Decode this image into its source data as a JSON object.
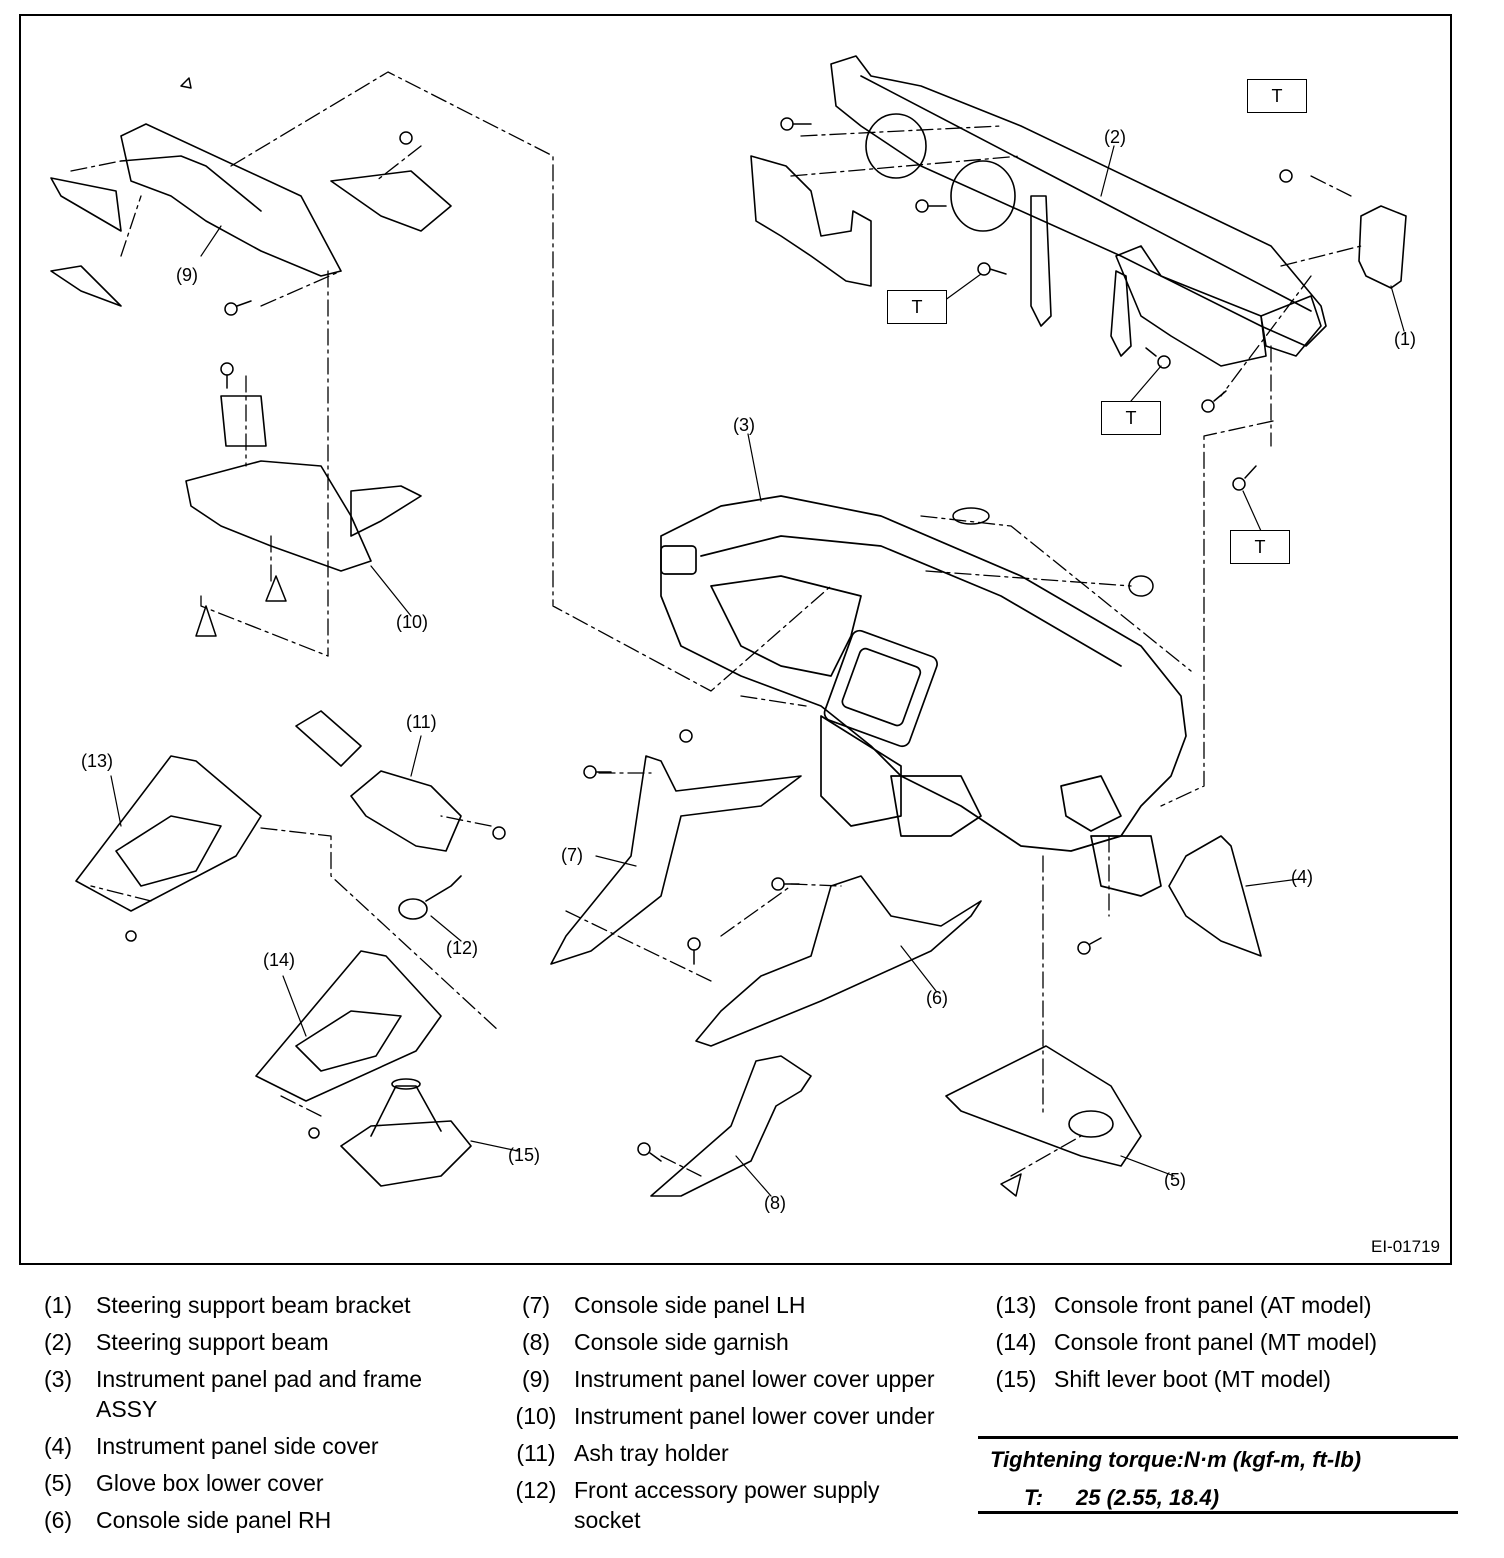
{
  "diagram": {
    "figure_id": "EI-01719",
    "torque_marker": "T",
    "callouts": [
      "(1)",
      "(2)",
      "(3)",
      "(4)",
      "(5)",
      "(6)",
      "(7)",
      "(8)",
      "(9)",
      "(10)",
      "(11)",
      "(12)",
      "(13)",
      "(14)",
      "(15)"
    ]
  },
  "legend": {
    "col1": [
      {
        "num": "(1)",
        "text": "Steering support beam bracket"
      },
      {
        "num": "(2)",
        "text": "Steering support beam"
      },
      {
        "num": "(3)",
        "text": "Instrument panel pad and frame ASSY"
      },
      {
        "num": "(4)",
        "text": "Instrument panel side cover"
      },
      {
        "num": "(5)",
        "text": "Glove box lower cover"
      },
      {
        "num": "(6)",
        "text": "Console side panel RH"
      }
    ],
    "col2": [
      {
        "num": "(7)",
        "text": "Console side panel LH"
      },
      {
        "num": "(8)",
        "text": "Console side garnish"
      },
      {
        "num": "(9)",
        "text": "Instrument panel lower cover upper"
      },
      {
        "num": "(10)",
        "text": "Instrument panel lower cover under"
      },
      {
        "num": "(11)",
        "text": "Ash tray holder"
      },
      {
        "num": "(12)",
        "text": "Front accessory power supply socket"
      }
    ],
    "col3": [
      {
        "num": "(13)",
        "text": "Console front panel (AT model)"
      },
      {
        "num": "(14)",
        "text": "Console front panel (MT model)"
      },
      {
        "num": "(15)",
        "text": "Shift lever boot (MT model)"
      }
    ]
  },
  "torque": {
    "title": "Tightening torque:N·m (kgf-m, ft-lb)",
    "label": "T:",
    "value": "25 (2.55, 18.4)"
  }
}
